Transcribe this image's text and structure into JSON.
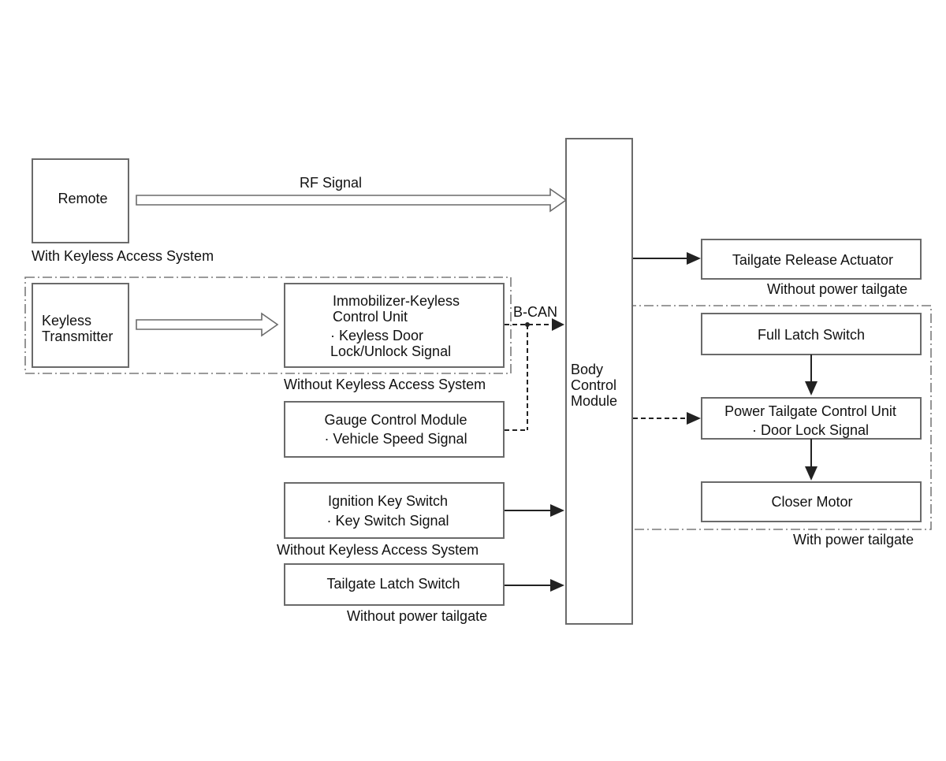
{
  "diagram": {
    "remote": "Remote",
    "rf_signal": "RF Signal",
    "with_keyless_access_system": "With Keyless Access System",
    "keyless_transmitter": {
      "line1": "Keyless",
      "line2": "Transmitter"
    },
    "immobilizer": {
      "line1": "Immobilizer-Keyless",
      "line2": "Control Unit",
      "line3": "· Keyless Door",
      "line4": "Lock/Unlock Signal"
    },
    "b_can": "B-CAN",
    "without_keyless_access_system_1": "Without Keyless Access System",
    "gauge": {
      "line1": "Gauge Control Module",
      "line2": "· Vehicle Speed Signal"
    },
    "ignition": {
      "line1": "Ignition Key Switch",
      "line2": "· Key Switch Signal"
    },
    "without_keyless_access_system_2": "Without Keyless Access System",
    "tailgate_latch_switch": "Tailgate Latch Switch",
    "without_power_tailgate_left": "Without power tailgate",
    "bcm": {
      "line1": "Body",
      "line2": "Control",
      "line3": "Module"
    },
    "tailgate_release_actuator": "Tailgate Release Actuator",
    "without_power_tailgate_right": "Without power tailgate",
    "full_latch_switch": "Full Latch Switch",
    "power_tailgate_cu": {
      "line1": "Power Tailgate Control Unit",
      "line2": "· Door Lock Signal"
    },
    "closer_motor": "Closer Motor",
    "with_power_tailgate": "With power tailgate"
  }
}
